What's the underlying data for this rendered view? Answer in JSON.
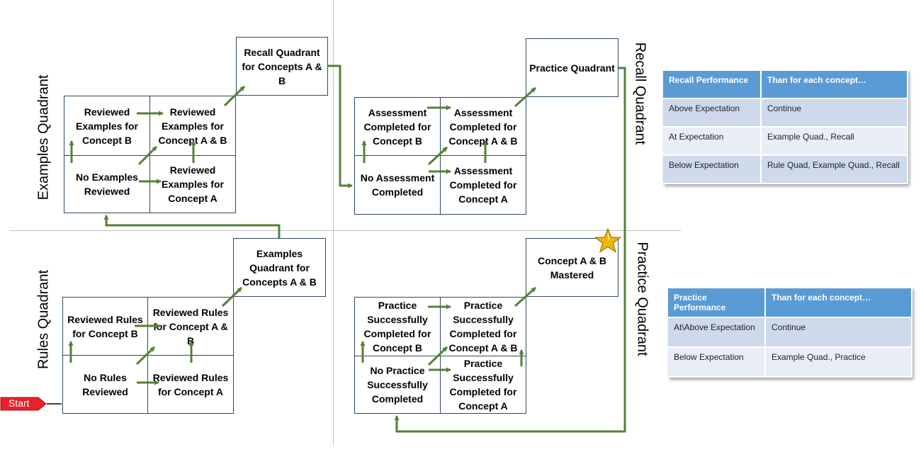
{
  "quadrant_labels": {
    "examples": "Examples Quadrant",
    "rules": "Rules Quadrant",
    "recall": "Recall Quadrant",
    "practice": "Practice Quadrant"
  },
  "examples_boxes": {
    "reviewed_b": "Reviewed Examples for Concept B",
    "reviewed_ab": "Reviewed Examples for Concept A & B",
    "none": "No Examples Reviewed",
    "reviewed_a": "Reviewed Examples for Concept A",
    "next": "Recall Quadrant for Concepts A & B"
  },
  "recall_boxes": {
    "completed_b": "Assessment Completed for Concept B",
    "completed_ab": "Assessment Completed for Concept A & B",
    "none": "No Assessment Completed",
    "completed_a": "Assessment Completed for Concept A",
    "next": "Practice Quadrant"
  },
  "rules_boxes": {
    "reviewed_b": "Reviewed Rules for Concept B",
    "reviewed_ab": "Reviewed Rules for Concept A & B",
    "none": "No Rules Reviewed",
    "reviewed_a": "Reviewed Rules for Concept A",
    "next": "Examples Quadrant for Concepts A & B"
  },
  "practice_boxes": {
    "completed_b": "Practice Successfully Completed for Concept B",
    "completed_ab": "Practice Successfully Completed for Concept A & B",
    "none": "No Practice Successfully Completed",
    "completed_a": "Practice Successfully Completed for Concept A",
    "next": "Concept A & B Mastered"
  },
  "start_label": "Start",
  "recall_table": {
    "headers": [
      "Recall Performance",
      "Than for each concept…"
    ],
    "rows": [
      [
        "Above Expectation",
        "Continue"
      ],
      [
        "At Expectation",
        "Example Quad., Recall"
      ],
      [
        "Below Expectation",
        "Rule Quad, Example Quad., Recall"
      ]
    ]
  },
  "practice_table": {
    "headers": [
      "Practice Performance",
      "Than for each concept…"
    ],
    "rows": [
      [
        "At\\Above Expectation",
        "Continue"
      ],
      [
        "Below Expectation",
        "Example Quad., Practice"
      ]
    ]
  },
  "colors": {
    "arrow": "#538135",
    "box_border": "#2e4a62",
    "table_header": "#5b9bd5",
    "start": "#e8212b",
    "star": "#f2b705"
  },
  "icons": {
    "start": "start-arrow-icon",
    "star": "star-icon"
  }
}
